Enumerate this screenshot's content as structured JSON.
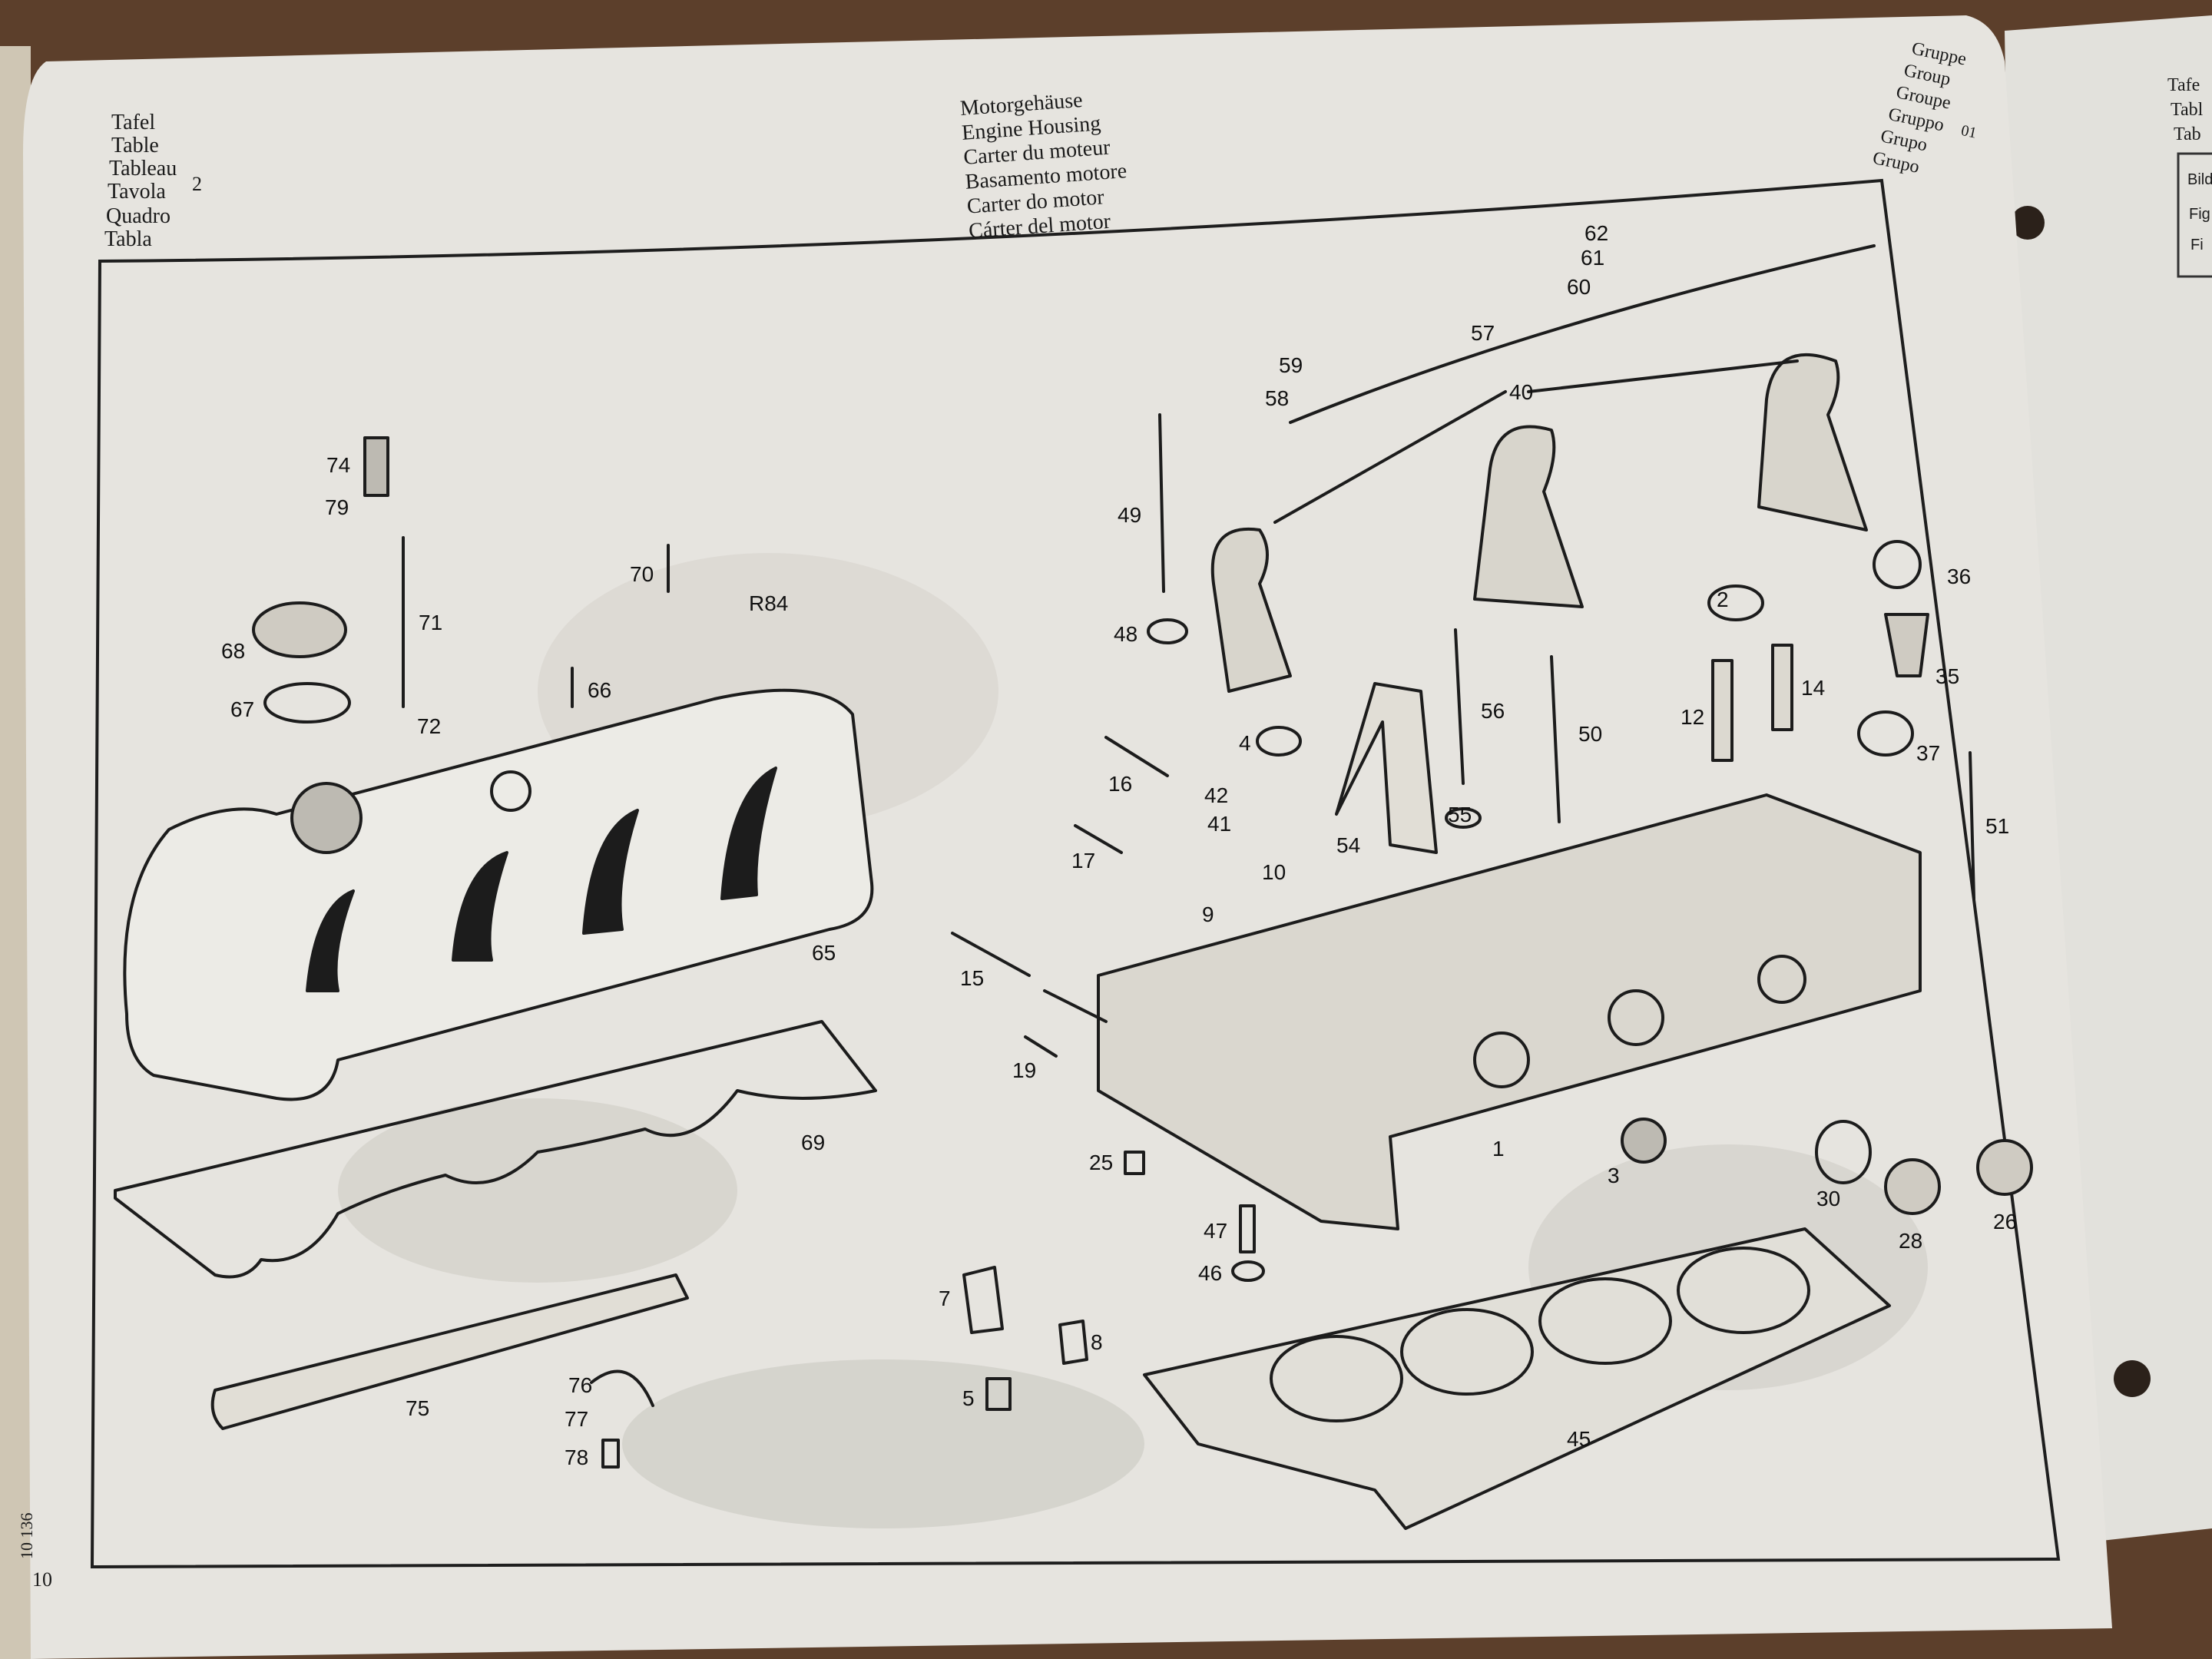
{
  "header": {
    "table_labels": [
      "Tafel",
      "Table",
      "Tableau",
      "Tavola",
      "Quadro",
      "Tabla"
    ],
    "table_number": "2",
    "housing_labels": [
      "Motorgehäuse",
      "Engine Housing",
      "Carter du moteur",
      "Basamento motore",
      "Carter do motor",
      "Cárter del motor"
    ],
    "group_labels": [
      "Gruppe",
      "Group",
      "Groupe",
      "Gruppo",
      "Grupo",
      "Grupo"
    ],
    "group_number": "01"
  },
  "next_page_header": [
    "Tafe",
    "Tabl",
    "Tab"
  ],
  "next_page_column": [
    "Bild",
    "Fig",
    "Fi"
  ],
  "footer": {
    "drawing_number": "10 136",
    "page_number": "10"
  },
  "parts": {
    "p1": "1",
    "p2": "2",
    "p3": "3",
    "p4": "4",
    "p5": "5",
    "p7": "7",
    "p8": "8",
    "p9": "9",
    "p10": "10",
    "p12": "12",
    "p14": "14",
    "p15": "15",
    "p16": "16",
    "p17": "17",
    "p19": "19",
    "p25": "25",
    "p26": "26",
    "p28": "28",
    "p30": "30",
    "p35": "35",
    "p36": "36",
    "p37": "37",
    "p40": "40",
    "p41": "41",
    "p42": "42",
    "p45": "45",
    "p46": "46",
    "p47": "47",
    "p48": "48",
    "p49": "49",
    "p50": "50",
    "p51": "51",
    "p54": "54",
    "p55": "55",
    "p56": "56",
    "p57": "57",
    "p58": "58",
    "p59": "59",
    "p60": "60",
    "p61": "61",
    "p62": "62",
    "p65": "65",
    "p66": "66",
    "p67": "67",
    "p68": "68",
    "p69": "69",
    "p70": "70",
    "p71": "71",
    "p72": "72",
    "p74": "74",
    "p75": "75",
    "p76": "76",
    "p77": "77",
    "p78": "78",
    "p79": "79",
    "pR84": "R84"
  }
}
